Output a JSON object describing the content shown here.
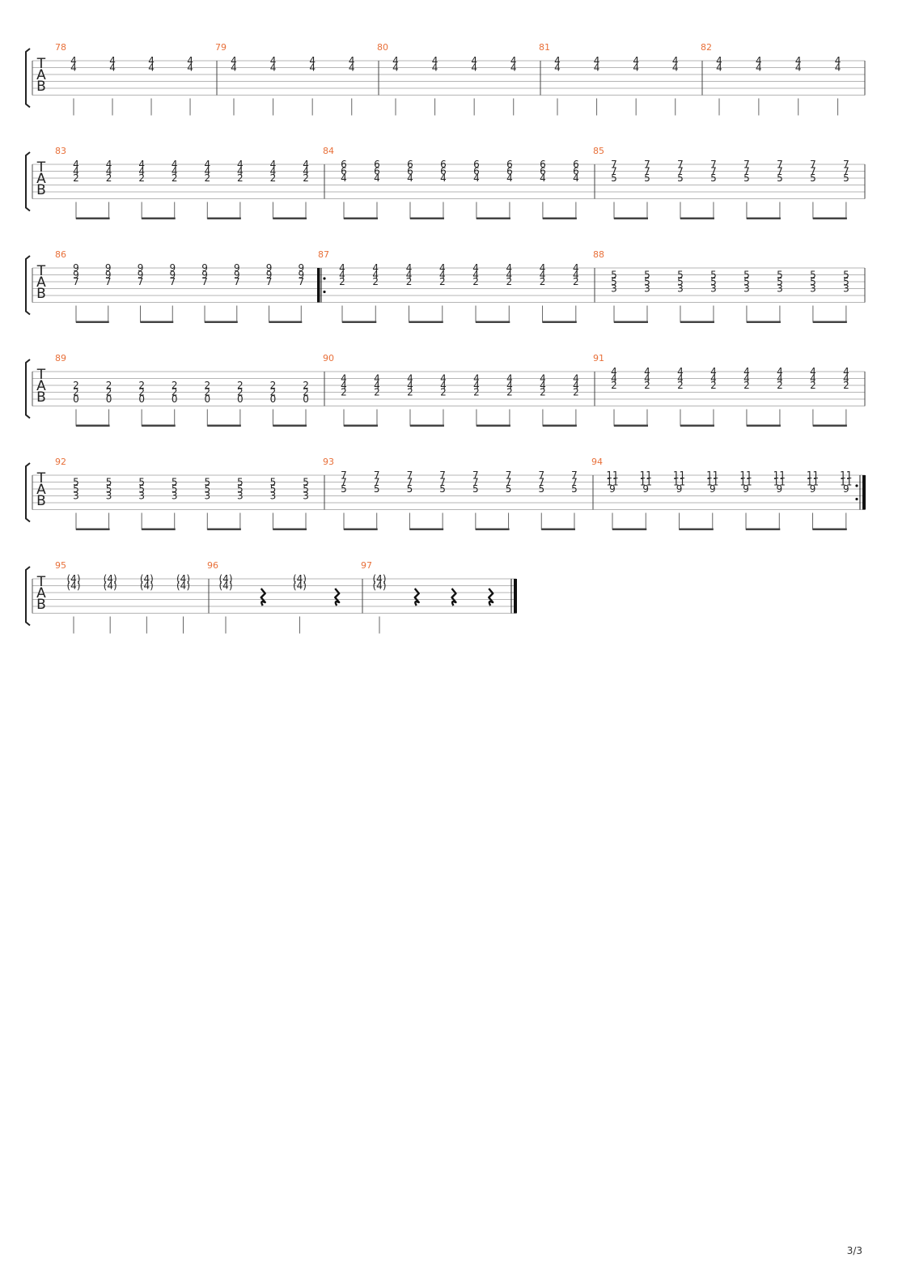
{
  "page": {
    "page_number": "3/3"
  },
  "tab_letters": [
    "T",
    "A",
    "B"
  ],
  "systems": [
    {
      "bars": [
        {
          "number": "78",
          "notes": [
            [
              "4",
              "4",
              ""
            ],
            [
              "4",
              "4",
              ""
            ],
            [
              "4",
              "4",
              ""
            ],
            [
              "4",
              "4",
              ""
            ]
          ],
          "beam": false
        },
        {
          "number": "79",
          "notes": [
            [
              "4",
              "4",
              ""
            ],
            [
              "4",
              "4",
              ""
            ],
            [
              "4",
              "4",
              ""
            ],
            [
              "4",
              "4",
              ""
            ]
          ],
          "beam": false
        },
        {
          "number": "80",
          "notes": [
            [
              "4",
              "4",
              ""
            ],
            [
              "4",
              "4",
              ""
            ],
            [
              "4",
              "4",
              ""
            ],
            [
              "4",
              "4",
              ""
            ]
          ],
          "beam": false
        },
        {
          "number": "81",
          "notes": [
            [
              "4",
              "4",
              ""
            ],
            [
              "4",
              "4",
              ""
            ],
            [
              "4",
              "4",
              ""
            ],
            [
              "4",
              "4",
              ""
            ]
          ],
          "beam": false
        },
        {
          "number": "82",
          "notes": [
            [
              "4",
              "4",
              ""
            ],
            [
              "4",
              "4",
              ""
            ],
            [
              "4",
              "4",
              ""
            ],
            [
              "4",
              "4",
              ""
            ]
          ],
          "beam": false
        }
      ],
      "end_barline": "single"
    },
    {
      "bars": [
        {
          "number": "83",
          "notes": [
            [
              "4",
              "4",
              "2"
            ],
            [
              "4",
              "4",
              "2"
            ],
            [
              "4",
              "4",
              "2"
            ],
            [
              "4",
              "4",
              "2"
            ],
            [
              "4",
              "4",
              "2"
            ],
            [
              "4",
              "4",
              "2"
            ],
            [
              "4",
              "4",
              "2"
            ],
            [
              "4",
              "4",
              "2"
            ]
          ],
          "beam": true
        },
        {
          "number": "84",
          "notes": [
            [
              "6",
              "6",
              "4"
            ],
            [
              "6",
              "6",
              "4"
            ],
            [
              "6",
              "6",
              "4"
            ],
            [
              "6",
              "6",
              "4"
            ],
            [
              "6",
              "6",
              "4"
            ],
            [
              "6",
              "6",
              "4"
            ],
            [
              "6",
              "6",
              "4"
            ],
            [
              "6",
              "6",
              "4"
            ]
          ],
          "beam": true
        },
        {
          "number": "85",
          "notes": [
            [
              "7",
              "7",
              "5"
            ],
            [
              "7",
              "7",
              "5"
            ],
            [
              "7",
              "7",
              "5"
            ],
            [
              "7",
              "7",
              "5"
            ],
            [
              "7",
              "7",
              "5"
            ],
            [
              "7",
              "7",
              "5"
            ],
            [
              "7",
              "7",
              "5"
            ],
            [
              "7",
              "7",
              "5"
            ]
          ],
          "beam": true
        }
      ],
      "end_barline": "single"
    },
    {
      "bars": [
        {
          "number": "86",
          "notes": [
            [
              "9",
              "9",
              "7"
            ],
            [
              "9",
              "9",
              "7"
            ],
            [
              "9",
              "9",
              "7"
            ],
            [
              "9",
              "9",
              "7"
            ],
            [
              "9",
              "9",
              "7"
            ],
            [
              "9",
              "9",
              "7"
            ],
            [
              "9",
              "9",
              "7"
            ],
            [
              "9",
              "9",
              "7"
            ]
          ],
          "beam": true
        },
        {
          "number": "87",
          "notes": [
            [
              "4",
              "4",
              "2"
            ],
            [
              "4",
              "4",
              "2"
            ],
            [
              "4",
              "4",
              "2"
            ],
            [
              "4",
              "4",
              "2"
            ],
            [
              "4",
              "4",
              "2"
            ],
            [
              "4",
              "4",
              "2"
            ],
            [
              "4",
              "4",
              "2"
            ],
            [
              "4",
              "4",
              "2"
            ]
          ],
          "beam": true,
          "repeat_start": true
        },
        {
          "number": "88",
          "notes": [
            [
              "",
              "5",
              "5",
              "3"
            ],
            [
              "",
              "5",
              "5",
              "3"
            ],
            [
              "",
              "5",
              "5",
              "3"
            ],
            [
              "",
              "5",
              "5",
              "3"
            ],
            [
              "",
              "5",
              "5",
              "3"
            ],
            [
              "",
              "5",
              "5",
              "3"
            ],
            [
              "",
              "5",
              "5",
              "3"
            ],
            [
              "",
              "5",
              "5",
              "3"
            ]
          ],
          "beam": true
        }
      ],
      "end_barline": "single"
    },
    {
      "bars": [
        {
          "number": "89",
          "notes": [
            [
              "",
              "",
              "2",
              "2",
              "0"
            ],
            [
              "",
              "",
              "2",
              "2",
              "0"
            ],
            [
              "",
              "",
              "2",
              "2",
              "0"
            ],
            [
              "",
              "",
              "2",
              "2",
              "0"
            ],
            [
              "",
              "",
              "2",
              "2",
              "0"
            ],
            [
              "",
              "",
              "2",
              "2",
              "0"
            ],
            [
              "",
              "",
              "2",
              "2",
              "0"
            ],
            [
              "",
              "",
              "2",
              "2",
              "0"
            ]
          ],
          "beam": true
        },
        {
          "number": "90",
          "notes": [
            [
              "",
              "4",
              "4",
              "2"
            ],
            [
              "",
              "4",
              "4",
              "2"
            ],
            [
              "",
              "4",
              "4",
              "2"
            ],
            [
              "",
              "4",
              "4",
              "2"
            ],
            [
              "",
              "4",
              "4",
              "2"
            ],
            [
              "",
              "4",
              "4",
              "2"
            ],
            [
              "",
              "4",
              "4",
              "2"
            ],
            [
              "",
              "4",
              "4",
              "2"
            ]
          ],
          "beam": true
        },
        {
          "number": "91",
          "notes": [
            [
              "4",
              "4",
              "2"
            ],
            [
              "4",
              "4",
              "2"
            ],
            [
              "4",
              "4",
              "2"
            ],
            [
              "4",
              "4",
              "2"
            ],
            [
              "4",
              "4",
              "2"
            ],
            [
              "4",
              "4",
              "2"
            ],
            [
              "4",
              "4",
              "2"
            ],
            [
              "4",
              "4",
              "2"
            ]
          ],
          "beam": true
        }
      ],
      "end_barline": "single"
    },
    {
      "bars": [
        {
          "number": "92",
          "notes": [
            [
              "",
              "5",
              "5",
              "3"
            ],
            [
              "",
              "5",
              "5",
              "3"
            ],
            [
              "",
              "5",
              "5",
              "3"
            ],
            [
              "",
              "5",
              "5",
              "3"
            ],
            [
              "",
              "5",
              "5",
              "3"
            ],
            [
              "",
              "5",
              "5",
              "3"
            ],
            [
              "",
              "5",
              "5",
              "3"
            ],
            [
              "",
              "5",
              "5",
              "3"
            ]
          ],
          "beam": true
        },
        {
          "number": "93",
          "notes": [
            [
              "7",
              "7",
              "5"
            ],
            [
              "7",
              "7",
              "5"
            ],
            [
              "7",
              "7",
              "5"
            ],
            [
              "7",
              "7",
              "5"
            ],
            [
              "7",
              "7",
              "5"
            ],
            [
              "7",
              "7",
              "5"
            ],
            [
              "7",
              "7",
              "5"
            ],
            [
              "7",
              "7",
              "5"
            ]
          ],
          "beam": true
        },
        {
          "number": "94",
          "notes": [
            [
              "11",
              "11",
              "9"
            ],
            [
              "11",
              "11",
              "9"
            ],
            [
              "11",
              "11",
              "9"
            ],
            [
              "11",
              "11",
              "9"
            ],
            [
              "11",
              "11",
              "9"
            ],
            [
              "11",
              "11",
              "9"
            ],
            [
              "11",
              "11",
              "9"
            ],
            [
              "11",
              "11",
              "9"
            ]
          ],
          "beam": true,
          "repeat_end": true
        }
      ],
      "end_barline": "repeat-end"
    },
    {
      "bars": [
        {
          "number": "95",
          "notes": [
            [
              "(4)",
              "(4)",
              ""
            ],
            [
              "(4)",
              "(4)",
              ""
            ],
            [
              "(4)",
              "(4)",
              ""
            ],
            [
              "(4)",
              "(4)",
              ""
            ]
          ],
          "beam": false
        },
        {
          "number": "96",
          "notes": [
            [
              "(4)",
              "(4)",
              ""
            ],
            "rest",
            [
              "(4)",
              "(4)",
              ""
            ],
            "rest"
          ],
          "beam": false
        },
        {
          "number": "97",
          "notes": [
            [
              "(4)",
              "(4)",
              ""
            ],
            "rest",
            "rest",
            "rest"
          ],
          "beam": false
        }
      ],
      "end_barline": "final"
    }
  ]
}
